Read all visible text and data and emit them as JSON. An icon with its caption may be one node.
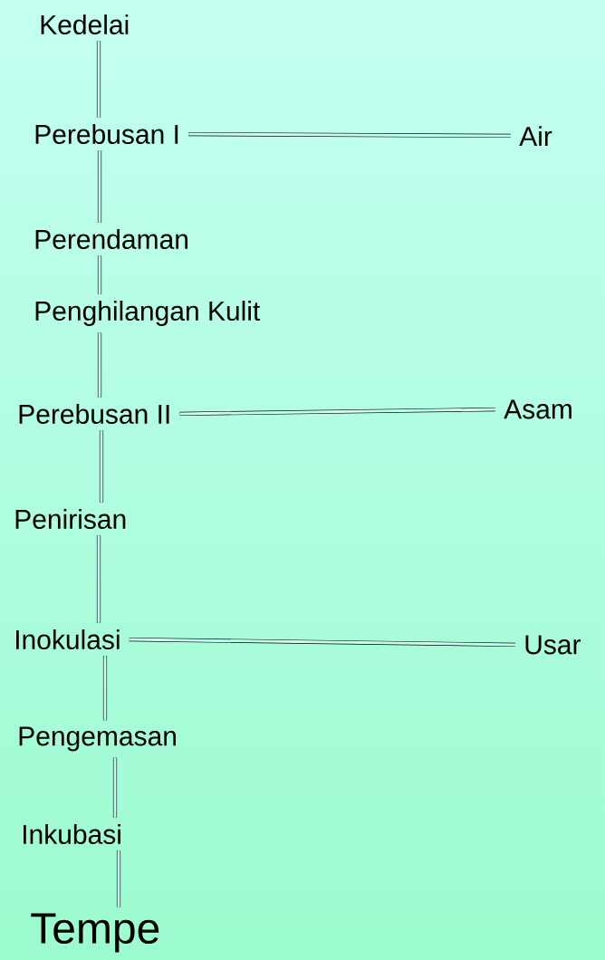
{
  "diagram": {
    "nodes": [
      {
        "text": [
          "Kedelai"
        ]
      },
      {
        "text": [
          "Perebusan I"
        ]
      },
      {
        "text": [
          "Air"
        ]
      },
      {
        "text": [
          "Perendaman"
        ]
      },
      {
        "text": [
          "Penghilangan Kulit"
        ]
      },
      {
        "text": [
          "Perebusan II"
        ]
      },
      {
        "text": [
          "Asam"
        ]
      },
      {
        "text": [
          "Penirisan"
        ]
      },
      {
        "text": [
          "Inokulasi"
        ]
      },
      {
        "text": [
          "Usar"
        ]
      },
      {
        "text": [
          "Pengemasan"
        ]
      },
      {
        "text": [
          "Inkubasi"
        ]
      },
      {
        "text": [
          "Tempe"
        ]
      }
    ],
    "edges": [
      {
        "from": 0,
        "to": 1,
        "arrow": "none"
      },
      {
        "from": 1,
        "to": 2,
        "arrow": "none"
      },
      {
        "from": 1,
        "to": 3,
        "arrow": "none"
      },
      {
        "from": 3,
        "to": 4,
        "arrow": "none"
      },
      {
        "from": 4,
        "to": 5,
        "arrow": "none"
      },
      {
        "from": 5,
        "to": 6,
        "arrow": "none"
      },
      {
        "from": 5,
        "to": 7,
        "arrow": "none"
      },
      {
        "from": 7,
        "to": 8,
        "arrow": "none"
      },
      {
        "from": 8,
        "to": 9,
        "arrow": "none"
      },
      {
        "from": 8,
        "to": 10,
        "arrow": "none"
      },
      {
        "from": 10,
        "to": 11,
        "arrow": "none"
      },
      {
        "from": 11,
        "to": 12,
        "arrow": "none"
      }
    ]
  }
}
